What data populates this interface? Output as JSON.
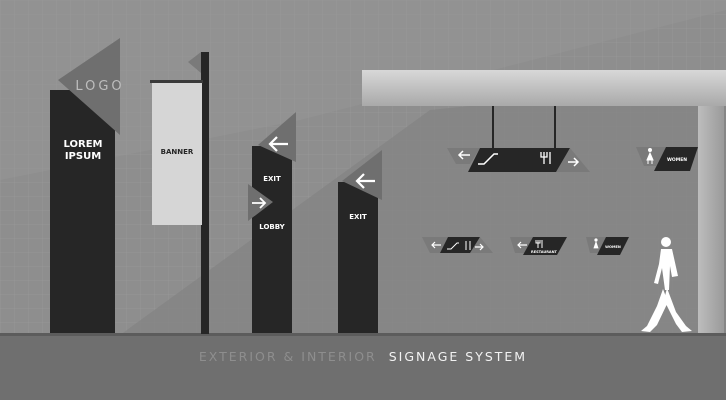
{
  "colors": {
    "wall": "#8e8e8e",
    "grid": "#9a9a9a",
    "floor": "#6e6e6e",
    "dark": "#262626",
    "gray": "#7a7a7a",
    "light": "#d9d9d9",
    "caption_gray": "#8a8a8a",
    "caption_white": "#f2f2f2"
  },
  "icons": [
    "arrow-left-icon",
    "arrow-right-icon",
    "escalator-icon",
    "fork-knife-icon",
    "woman-icon",
    "walking-person-figure"
  ],
  "signs": {
    "totem_logo": "LOGO",
    "totem_label_1": "LOREM",
    "totem_label_2": "IPSUM",
    "banner": "BANNER",
    "exit_1": "EXIT",
    "lobby": "LOBBY",
    "exit_2": "EXIT",
    "women_1": "WOMEN",
    "restaurant": "RESTAURANT",
    "women_2": "WOMEN"
  },
  "caption": {
    "part1": "EXTERIOR & INTERIOR",
    "part2": "SIGNAGE SYSTEM"
  }
}
